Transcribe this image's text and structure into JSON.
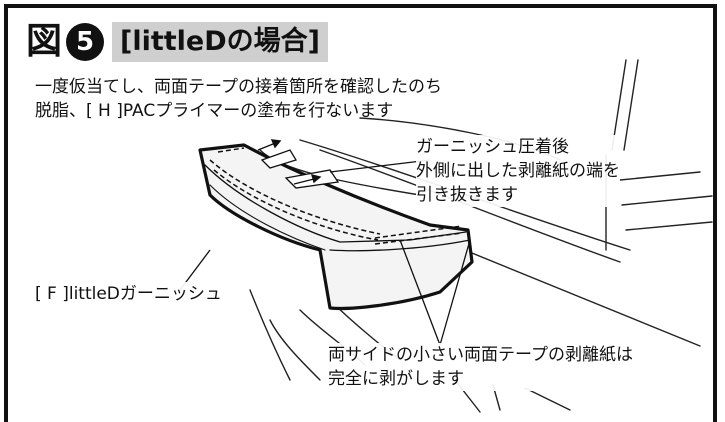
{
  "figure": {
    "mark": "図",
    "number": "5",
    "title": "[littleDの場合]"
  },
  "intro_lines": [
    "一度仮当てし、両面テープの接着箇所を確認したのち",
    "脱脂、[ H ]PACプライマーの塗布を行ないます"
  ],
  "step_lines": [
    "ガーニッシュ圧着後",
    "外側に出した剥離紙の端を",
    "引き抜きます"
  ],
  "part_label": "[ F ]littleDガーニッシュ",
  "sides_lines": [
    "両サイドの小さい両面テープの剥離紙は",
    "完全に剥がします"
  ]
}
